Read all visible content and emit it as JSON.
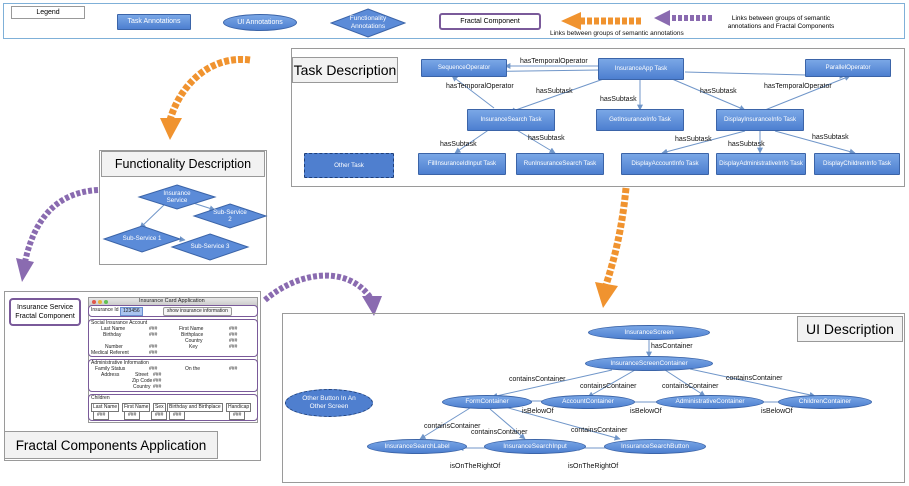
{
  "legend": {
    "title": "Legend",
    "task_annotations": "Task Annotations",
    "ui_annotations": "UI Annotations",
    "functionality_annotations": "Functionality Annotations",
    "fractal_component": "Fractal Component",
    "links_semantic": "Links between groups of semantic annotations",
    "links_fractal": "Links between groups of semantic annotations and Fractal Components"
  },
  "task_description": {
    "title": "Task Description",
    "nodes": {
      "insurance_app": "InsuranceApp Task",
      "sequence_operator": "SequenceOperator",
      "parallel_operator": "ParallelOperator",
      "insurance_search": "InsuranceSearch Task",
      "get_insurance_info": "GetInsuranceInfo Task",
      "display_insurance_info": "DisplayInsuranceInfo Task",
      "fill_insurance_id_input": "FillInsuranceIdInput Task",
      "run_insurance_search": "RunInsuranceSearch Task",
      "display_account_info": "DisplayAccountInfo Task",
      "display_administrative_info": "DisplayAdministrativeInfo Task",
      "display_children_info": "DisplayChildrenInfo Task",
      "other_task": "Other Task"
    },
    "edge_labels": {
      "has_temporal_operator": "hasTemporalOperator",
      "has_subtask": "hasSubtask"
    }
  },
  "functionality_description": {
    "title": "Functionality Description",
    "nodes": {
      "insurance_service": "Insurance Service",
      "sub_service_1": "Sub-Service 1",
      "sub_service_2": "Sub-Service 2",
      "sub_service_3": "Sub-Service 3"
    }
  },
  "fractal_app": {
    "title": "Fractal Components Application",
    "component_label": "Insurance Service Fractal Component",
    "window_title": "Insurance Card Application",
    "search_label": "Insurance Id",
    "search_value": "123456",
    "search_button": "show insurance information",
    "social_header": "Social Insurance Account",
    "last_name": "Last Name",
    "first_name": "First Name",
    "birthday": "Birthday",
    "birthplace": "Birthplace",
    "country": "Country",
    "number": "Number",
    "key": "Key",
    "medical_referent": "Medical Referent",
    "admin_header": "Administrative Information",
    "family_status": "Family Status",
    "on_the": "On the",
    "address": "Address",
    "street": "Street",
    "zip_code": "Zip Code",
    "children_header": "Children",
    "col_last_name": "Last Name",
    "col_first_name": "First Name",
    "col_sex": "Sex",
    "col_birthday_birthplace": "Birthday and Birthplace",
    "col_handicap": "Handicap",
    "placeholder": "###"
  },
  "ui_description": {
    "title": "UI Description",
    "nodes": {
      "insurance_screen": "InsuranceScreen",
      "insurance_screen_container": "InsuranceScreenContainer",
      "form_container": "FormContainer",
      "account_container": "AccountContainer",
      "administrative_container": "AdministrativeContainer",
      "children_container": "ChildrenContainer",
      "insurance_search_label": "InsuranceSearchLabel",
      "insurance_search_input": "InsuranceSearchInput",
      "insurance_search_button": "InsuranceSearchButton",
      "other_button": "Other Button In An Other Screen"
    },
    "edge_labels": {
      "has_container": "hasContainer",
      "contains_container": "containsContainer",
      "is_below_of": "isBelowOf",
      "is_on_the_right_of": "isOnTheRightOf"
    }
  },
  "colors": {
    "node_blue": "#5b8bd8",
    "node_border": "#3b64a8",
    "edge_blue": "#7096c9",
    "fractal_purple": "#7a5a9a",
    "arrow_orange": "#f0932f",
    "arrow_purple": "#8a6bb0"
  }
}
